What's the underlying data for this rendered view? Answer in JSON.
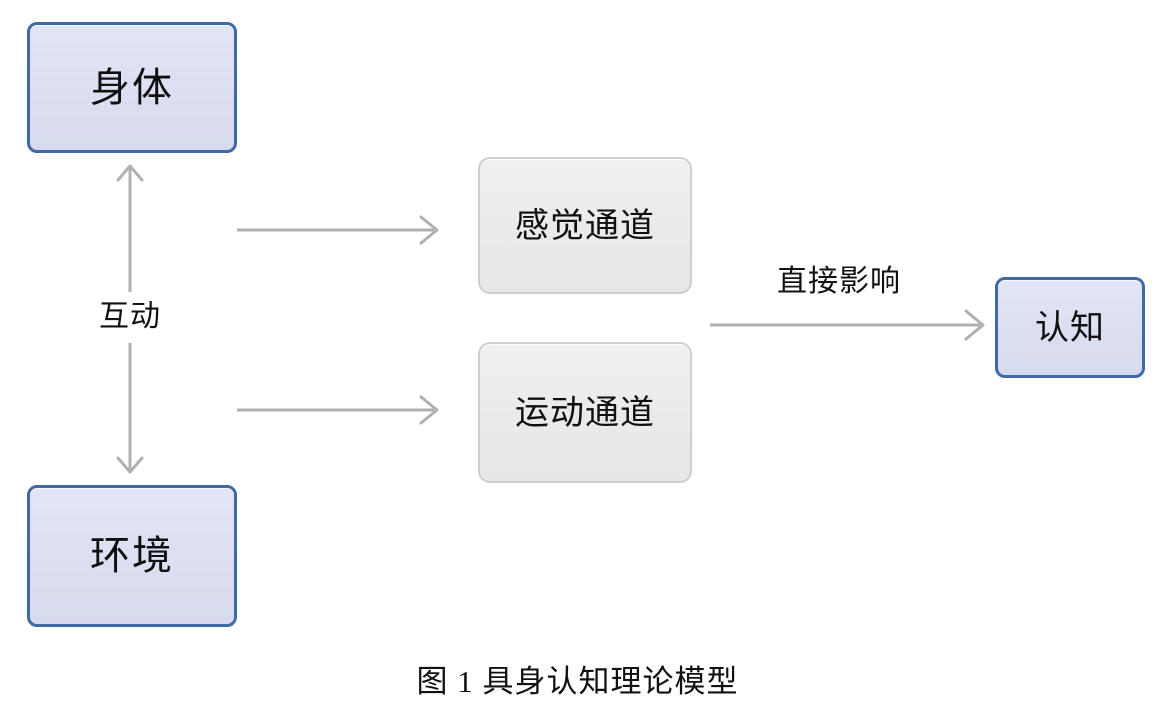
{
  "figure": {
    "caption": "图 1 具身认知理论模型",
    "background_color": "#ffffff"
  },
  "palette": {
    "node_blue_fill": "#dcdff1",
    "node_blue_border": "#3f6aa6",
    "node_gray_fill": "#eaeaea",
    "node_gray_border": "#cfcfcf",
    "connector": "#aaaaaa",
    "text": "#111111"
  },
  "nodes": [
    {
      "id": "body",
      "label": "身体",
      "style": "blue"
    },
    {
      "id": "env",
      "label": "环境",
      "style": "blue"
    },
    {
      "id": "sensory",
      "label": "感觉通道",
      "style": "gray"
    },
    {
      "id": "motor",
      "label": "运动通道",
      "style": "gray"
    },
    {
      "id": "cognition",
      "label": "认知",
      "style": "blue"
    }
  ],
  "edges": [
    {
      "id": "interaction",
      "label": "互动",
      "from": "body",
      "to": "env",
      "arrow": "double",
      "orientation": "vertical"
    },
    {
      "id": "body-sensory",
      "label": "",
      "from": "body",
      "to": "sensory",
      "arrow": "single",
      "orientation": "horizontal"
    },
    {
      "id": "env-motor",
      "label": "",
      "from": "env",
      "to": "motor",
      "arrow": "single",
      "orientation": "horizontal"
    },
    {
      "id": "direct",
      "label": "直接影响",
      "from": "channels",
      "to": "cognition",
      "arrow": "single",
      "orientation": "horizontal"
    }
  ]
}
